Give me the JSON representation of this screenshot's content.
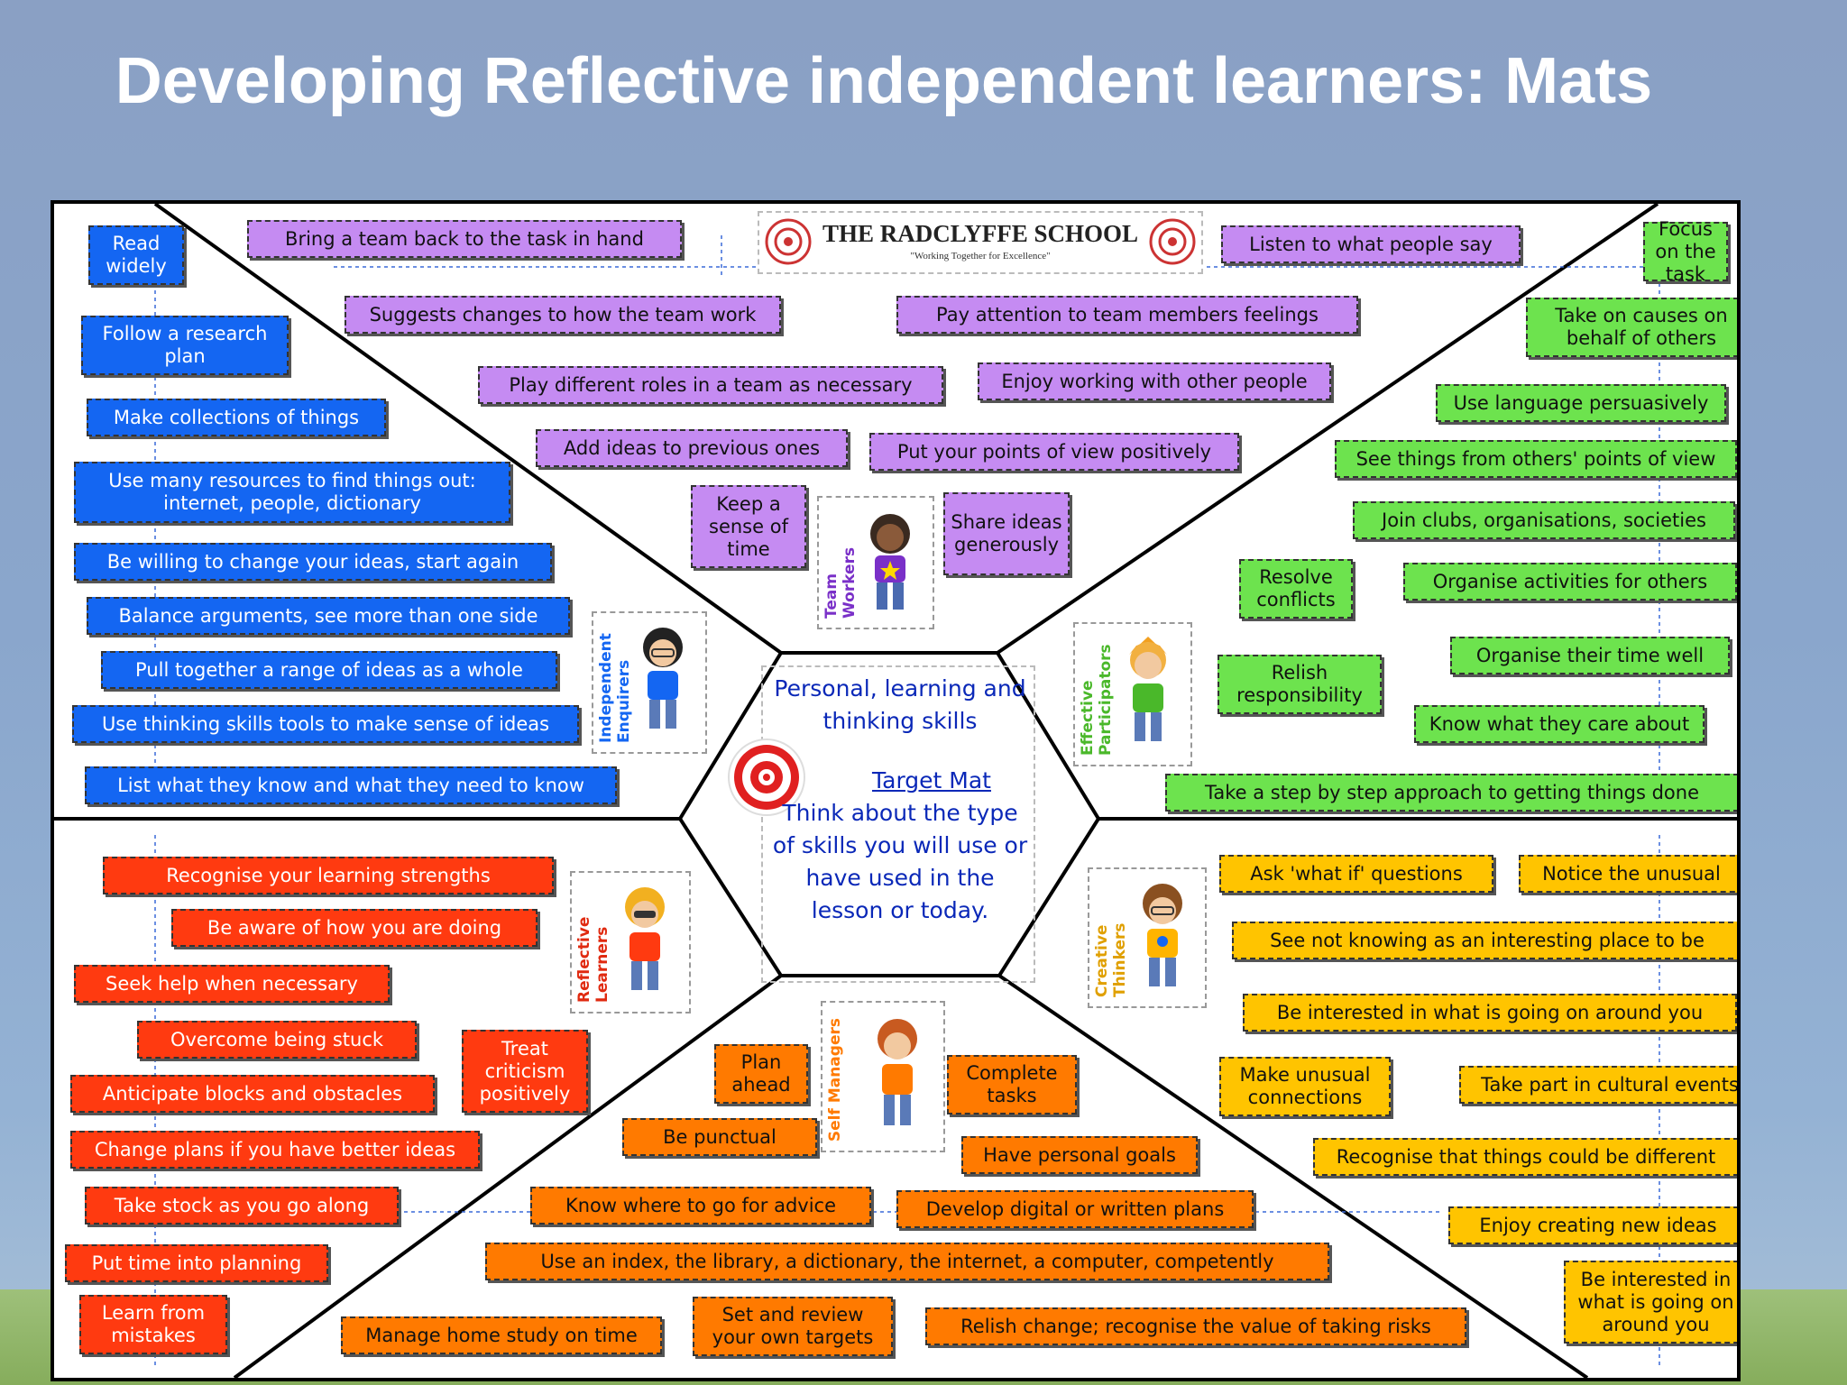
{
  "title": "Developing Reflective independent learners: Mats",
  "school": {
    "name": "THE RADCLYFFE SCHOOL",
    "motto": "\"Working Together for Excellence\""
  },
  "center": {
    "heading": "Personal, learning and thinking skills",
    "mat_title": "Target Mat",
    "text": "Think about the type of skills you will use or have used in the lesson or today."
  },
  "characters": {
    "team": "Team Workers",
    "independent": "Independent Enquirers",
    "effective": "Effective Participators",
    "reflective": "Reflective Learners",
    "creative": "Creative Thinkers",
    "self": "Self Managers"
  },
  "purple": [
    "Bring a team back to the task in hand",
    "Listen to what people say",
    "Suggests changes to how the team work",
    "Pay attention to team members feelings",
    "Play different roles in a team as necessary",
    "Enjoy working with other people",
    "Add ideas to previous ones",
    "Put your points of view positively",
    "Keep a sense of time",
    "Share ideas generously"
  ],
  "blue": [
    "Read widely",
    "Follow a research plan",
    "Make collections of things",
    "Use many resources to find things out: internet, people, dictionary",
    "Be willing to change your ideas, start again",
    "Balance arguments, see more than one side",
    "Pull together a range of ideas as a whole",
    "Use thinking skills tools to make sense of ideas",
    "List what they know and what they need to know"
  ],
  "green": [
    "Focus on the task",
    "Take on causes on behalf of others",
    "Use language persuasively",
    "See things from others' points of view",
    "Join clubs, organisations, societies",
    "Resolve conflicts",
    "Organise activities for others",
    "Organise their time well",
    "Relish responsibility",
    "Know what they care about",
    "Take a step by step approach to getting things done"
  ],
  "red": [
    "Recognise your learning strengths",
    "Be aware of how you are doing",
    "Seek help when necessary",
    "Overcome being stuck",
    "Treat criticism positively",
    "Anticipate blocks and obstacles",
    "Change plans if you have better ideas",
    "Take stock as you go along",
    "Put time into planning",
    "Learn from mistakes"
  ],
  "orange": [
    "Plan ahead",
    "Complete tasks",
    "Be punctual",
    "Have personal goals",
    "Know where to go for advice",
    "Develop digital or written plans",
    "Use an index, the library, a dictionary, the internet, a computer, competently",
    "Manage home study on time",
    "Set and review your own targets",
    "Relish change; recognise the value of taking risks"
  ],
  "yellow": [
    "Ask 'what if' questions",
    "Notice the unusual",
    "See not knowing as an interesting place to be",
    "Be interested in what is going on around you",
    "Make unusual connections",
    "Take part in cultural events",
    "Recognise that things could be different",
    "Enjoy creating new ideas",
    "Be interested in what is going on around you"
  ],
  "colors": {
    "purple": "#c58bf2",
    "blue": "#1466f2",
    "green": "#6de34e",
    "red": "#ff3a10",
    "orange": "#ff7a00",
    "yellow": "#ffc400"
  }
}
